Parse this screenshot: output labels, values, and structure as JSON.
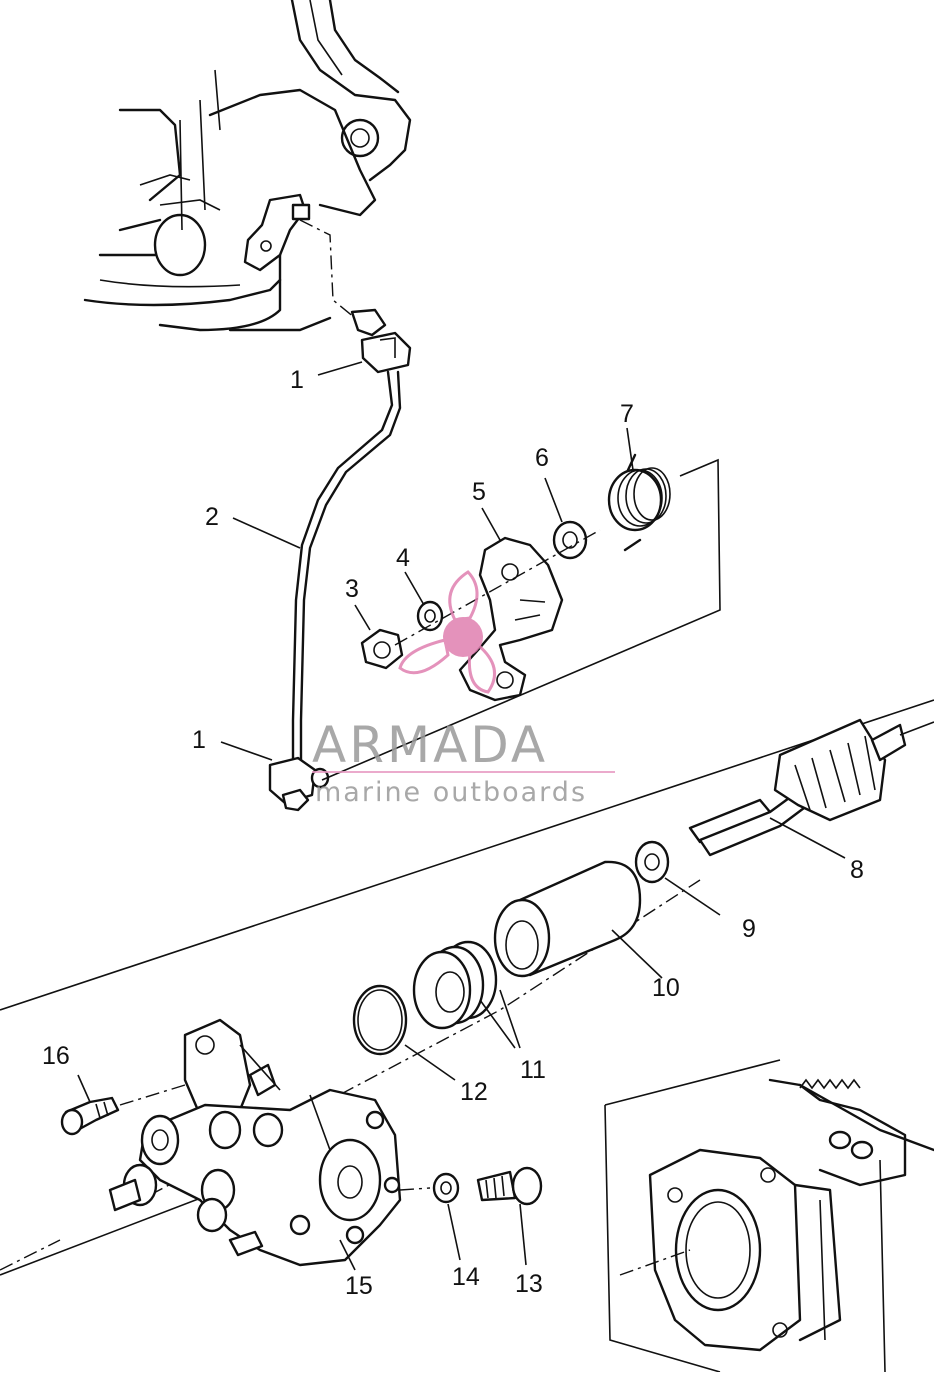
{
  "callouts": [
    {
      "id": "1a",
      "text": "1"
    },
    {
      "id": "2",
      "text": "2"
    },
    {
      "id": "3",
      "text": "3"
    },
    {
      "id": "4",
      "text": "4"
    },
    {
      "id": "5",
      "text": "5"
    },
    {
      "id": "6",
      "text": "6"
    },
    {
      "id": "7",
      "text": "7"
    },
    {
      "id": "1b",
      "text": "1"
    },
    {
      "id": "8",
      "text": "8"
    },
    {
      "id": "9",
      "text": "9"
    },
    {
      "id": "10",
      "text": "10"
    },
    {
      "id": "11",
      "text": "11"
    },
    {
      "id": "12",
      "text": "12"
    },
    {
      "id": "13",
      "text": "13"
    },
    {
      "id": "14",
      "text": "14"
    },
    {
      "id": "15",
      "text": "15"
    },
    {
      "id": "16",
      "text": "16"
    }
  ],
  "watermark": {
    "brand": "ARMADA",
    "tagline": "marine outboards",
    "logo": "propeller-icon",
    "colors": {
      "gray": "#9a9a9a",
      "pink": "#e07fb0",
      "line": "#e89cc4"
    }
  },
  "colors": {
    "ink": "#111111",
    "background": "#ffffff"
  }
}
